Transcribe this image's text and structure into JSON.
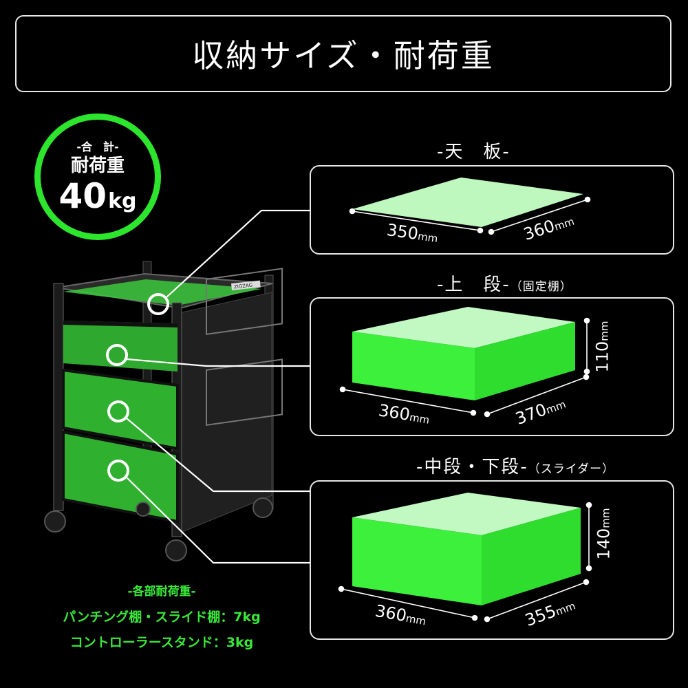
{
  "title": "収納サイズ・耐荷重",
  "badge": {
    "line1": "-合　計-",
    "line2": "耐荷重",
    "value": "40",
    "unit": "kg"
  },
  "sections": [
    {
      "label": "-天　板-",
      "sub": "",
      "dims": [
        {
          "value": "350",
          "unit": "mm"
        },
        {
          "value": "360",
          "unit": "mm"
        }
      ]
    },
    {
      "label": "-上　段-",
      "sub": "（固定棚）",
      "dims": [
        {
          "value": "360",
          "unit": "mm"
        },
        {
          "value": "370",
          "unit": "mm"
        },
        {
          "value": "110",
          "unit": "mm"
        }
      ]
    },
    {
      "label": "-中段・下段-",
      "sub": "（スライダー）",
      "dims": [
        {
          "value": "360",
          "unit": "mm"
        },
        {
          "value": "355",
          "unit": "mm"
        },
        {
          "value": "140",
          "unit": "mm"
        }
      ]
    }
  ],
  "notes": {
    "heading": "-各部耐荷重-",
    "line1": "パンチング棚・スライド棚：7kg",
    "line2": "コントローラースタンド：3kg"
  },
  "product_label": "ZIGZAG",
  "colors": {
    "accent": "#2de52d",
    "box_top": "#bff8bf",
    "box_front": "#3cf03c",
    "box_side": "#2ad42a"
  }
}
